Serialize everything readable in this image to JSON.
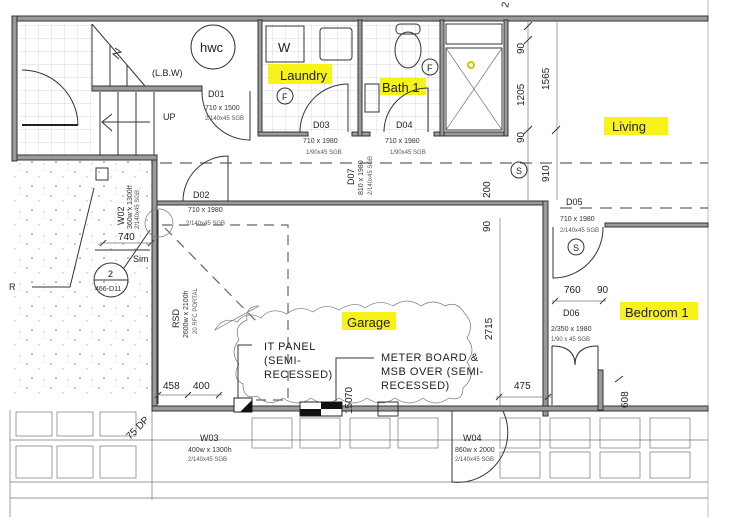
{
  "rooms": {
    "laundry": "Laundry",
    "bath1": "Bath 1",
    "living": "Living",
    "garage": "Garage",
    "bedroom1": "Bedroom 1"
  },
  "highlight_color": "#f7f21a",
  "fixtures": {
    "hwc": "hwc",
    "lbw": "(L.B.W)",
    "up": "UP",
    "washer": "W",
    "floor_waste": "F",
    "smoke_alarm": "S",
    "sim": "Sim",
    "section_number": "2",
    "section_ref": "466-D11",
    "r_mark": "R"
  },
  "openings": {
    "d01": {
      "id": "D01",
      "size": "710 x 1500",
      "spec": "2/140x45 SGB"
    },
    "d02": {
      "id": "D02",
      "size": "710 x 1980",
      "spec": "2/140x45 SGB"
    },
    "d03": {
      "id": "D03",
      "size": "710 x 1980",
      "spec": "1/90x45 SGB"
    },
    "d04": {
      "id": "D04",
      "size": "710 x 1980",
      "spec": "1/90x45 SGB"
    },
    "d05": {
      "id": "D05",
      "size": "710 x 1980",
      "spec": "2/140x45 SGB"
    },
    "d06": {
      "id": "D06",
      "size": "2/350 x 1980",
      "spec": "1/90 x 45 SGB"
    },
    "d07": {
      "id": "D07",
      "size": "810 x 1980",
      "spec": "2/140x45 SGB"
    },
    "w02": {
      "id": "W02",
      "size": "360w x 1300h",
      "spec": "2/140x45 SGB"
    },
    "w03": {
      "id": "W03",
      "size": "400w x 1300h",
      "spec": "2/140x45 SGB"
    },
    "w04": {
      "id": "W04",
      "size": "860w x 2000",
      "spec": "2/140x45 SGB"
    },
    "rsd": {
      "id": "RSD",
      "size": "2600w x 2100h",
      "spec": "20 RFC PORTAL"
    }
  },
  "dimensions": {
    "top_2": "2",
    "d90a": "90",
    "d1205": "1205",
    "d1565": "1565",
    "d90b": "90",
    "d910": "910",
    "d200": "200",
    "d90c": "90",
    "d2715": "2715",
    "d740": "740",
    "d458": "458",
    "d400": "400",
    "d475": "475",
    "d150": "150",
    "d70": "70",
    "d760": "760",
    "d90d": "90",
    "d608": "608",
    "dp": "75 DP"
  },
  "notes": {
    "it_panel": [
      "IT PANEL",
      "(SEMI-",
      "RECESSED)"
    ],
    "meter_board": [
      "METER BOARD &",
      "MSB OVER (SEMI-",
      "RECESSED)"
    ]
  }
}
